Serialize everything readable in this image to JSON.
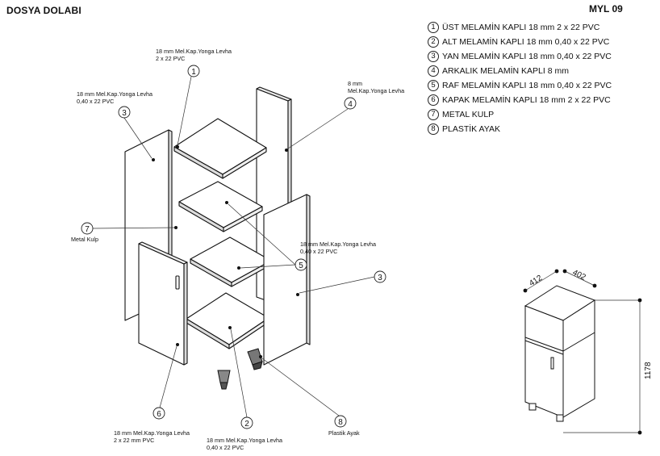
{
  "header": {
    "title": "DOSYA DOLABI",
    "code": "MYL 09"
  },
  "legend": [
    {
      "num": "1",
      "text": "ÜST MELAMİN KAPLI 18 mm  2 x 22 PVC"
    },
    {
      "num": "2",
      "text": "ALT MELAMİN KAPLI 18 mm  0,40 x 22 PVC"
    },
    {
      "num": "3",
      "text": "YAN MELAMİN KAPLI 18 mm  0,40 x 22 PVC"
    },
    {
      "num": "4",
      "text": "ARKALIK MELAMİN KAPLI 8 mm"
    },
    {
      "num": "5",
      "text": "RAF MELAMİN KAPLI 18 mm  0,40 x 22 PVC"
    },
    {
      "num": "6",
      "text": "KAPAK MELAMİN KAPLI 18 mm  2 x 22 PVC"
    },
    {
      "num": "7",
      "text": "METAL KULP"
    },
    {
      "num": "8",
      "text": "PLASTİK AYAK"
    }
  ],
  "callouts": {
    "c1": {
      "num": "1",
      "line1": "18 mm Mel.Kap.Yonga Levha",
      "line2": "2 x 22 PVC"
    },
    "c3a": {
      "num": "3",
      "line1": "18 mm Mel.Kap.Yonga Levha",
      "line2": "0,40 x 22 PVC"
    },
    "c4": {
      "num": "4",
      "line1": "8 mm",
      "line2": "Mel.Kap.Yonga Levha"
    },
    "c7": {
      "num": "7",
      "line1": "Metal Kulp"
    },
    "c5": {
      "num": "5",
      "line1": "18 mm Mel.Kap.Yonga Levha",
      "line2": "0,40 x 22 PVC"
    },
    "c3b": {
      "num": "3"
    },
    "c6": {
      "num": "6",
      "line1": "18 mm Mel.Kap.Yonga Levha",
      "line2": "2 x 22 mm PVC"
    },
    "c2": {
      "num": "2",
      "line1": "18 mm Mel.Kap.Yonga Levha",
      "line2": "0,40 x 22 PVC"
    },
    "c8": {
      "num": "8",
      "line1": "Plastik Ayak"
    }
  },
  "dimensions": {
    "depth": "412",
    "width": "402",
    "height": "1178"
  }
}
